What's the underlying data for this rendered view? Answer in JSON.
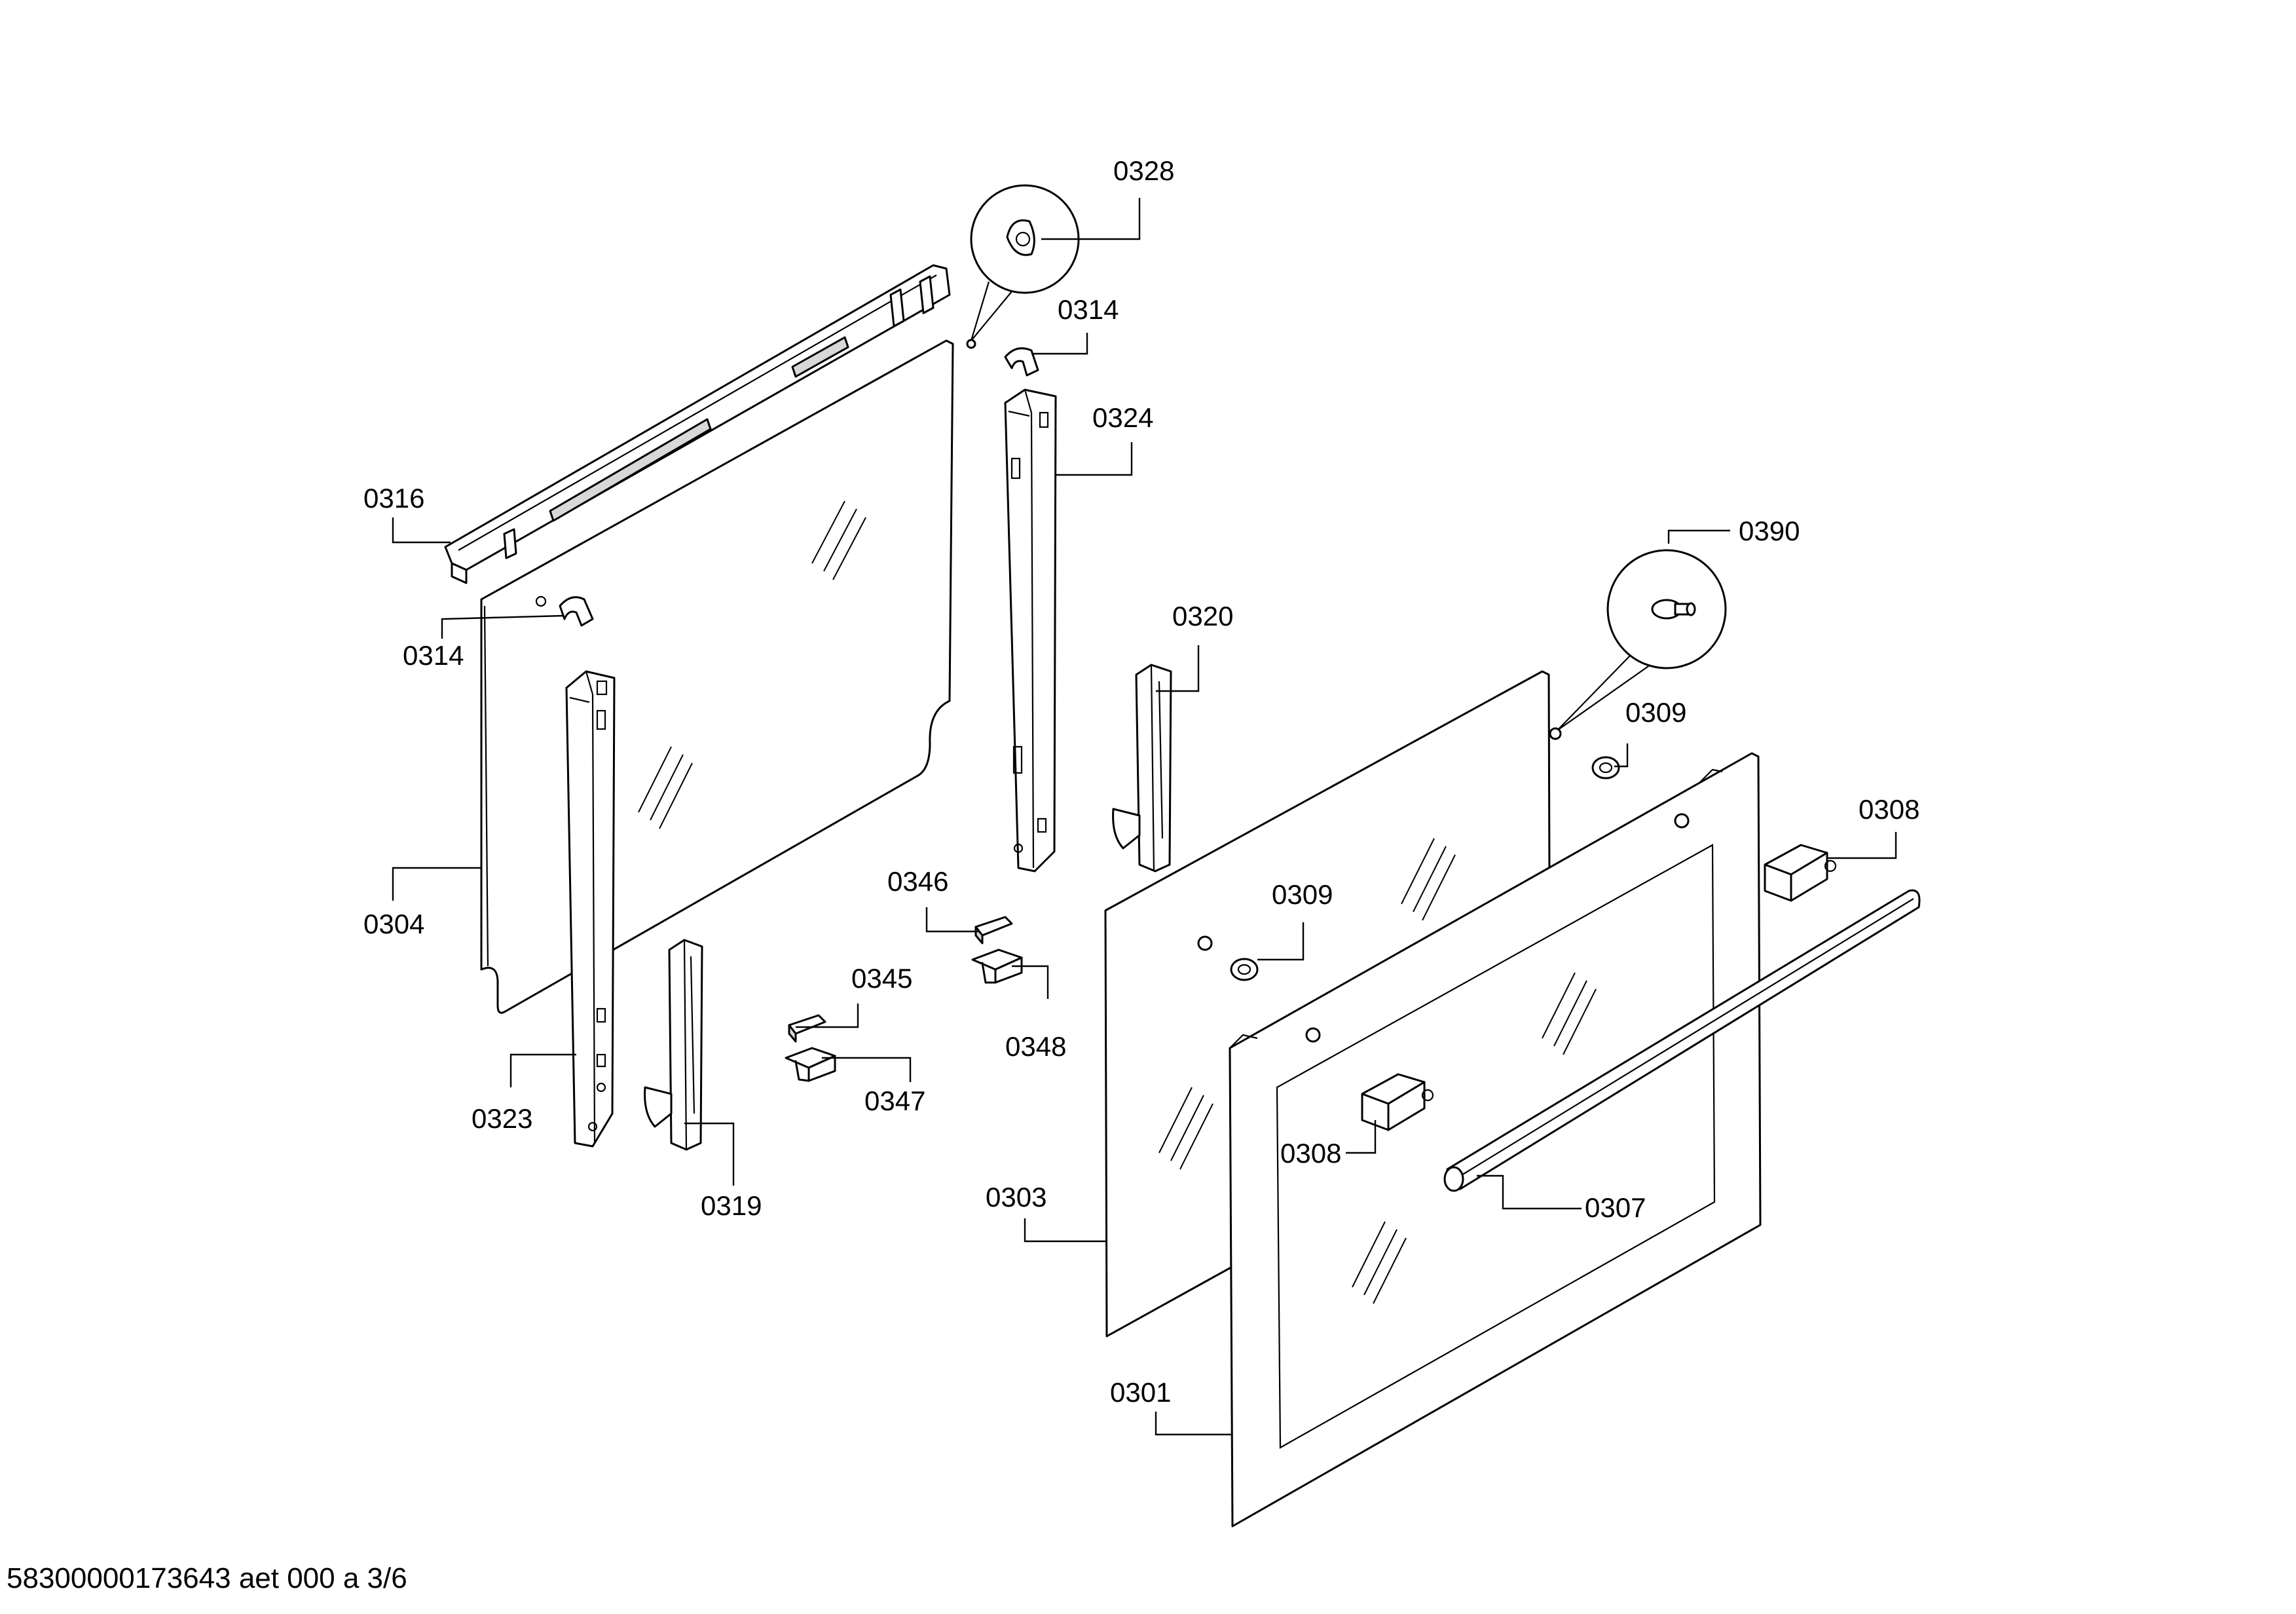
{
  "footer": {
    "document_id": "58300000173643 aet 000 a 3/6"
  },
  "callouts": {
    "c0328": "0328",
    "c0314_top": "0314",
    "c0324": "0324",
    "c0316": "0316",
    "c0314_left": "0314",
    "c0390": "0390",
    "c0320": "0320",
    "c0309_right": "0309",
    "c0308_right": "0308",
    "c0309_mid": "0309",
    "c0346": "0346",
    "c0304": "0304",
    "c0345": "0345",
    "c0348": "0348",
    "c0347": "0347",
    "c0323": "0323",
    "c0308_mid": "0308",
    "c0307": "0307",
    "c0319": "0319",
    "c0303": "0303",
    "c0301": "0301"
  }
}
